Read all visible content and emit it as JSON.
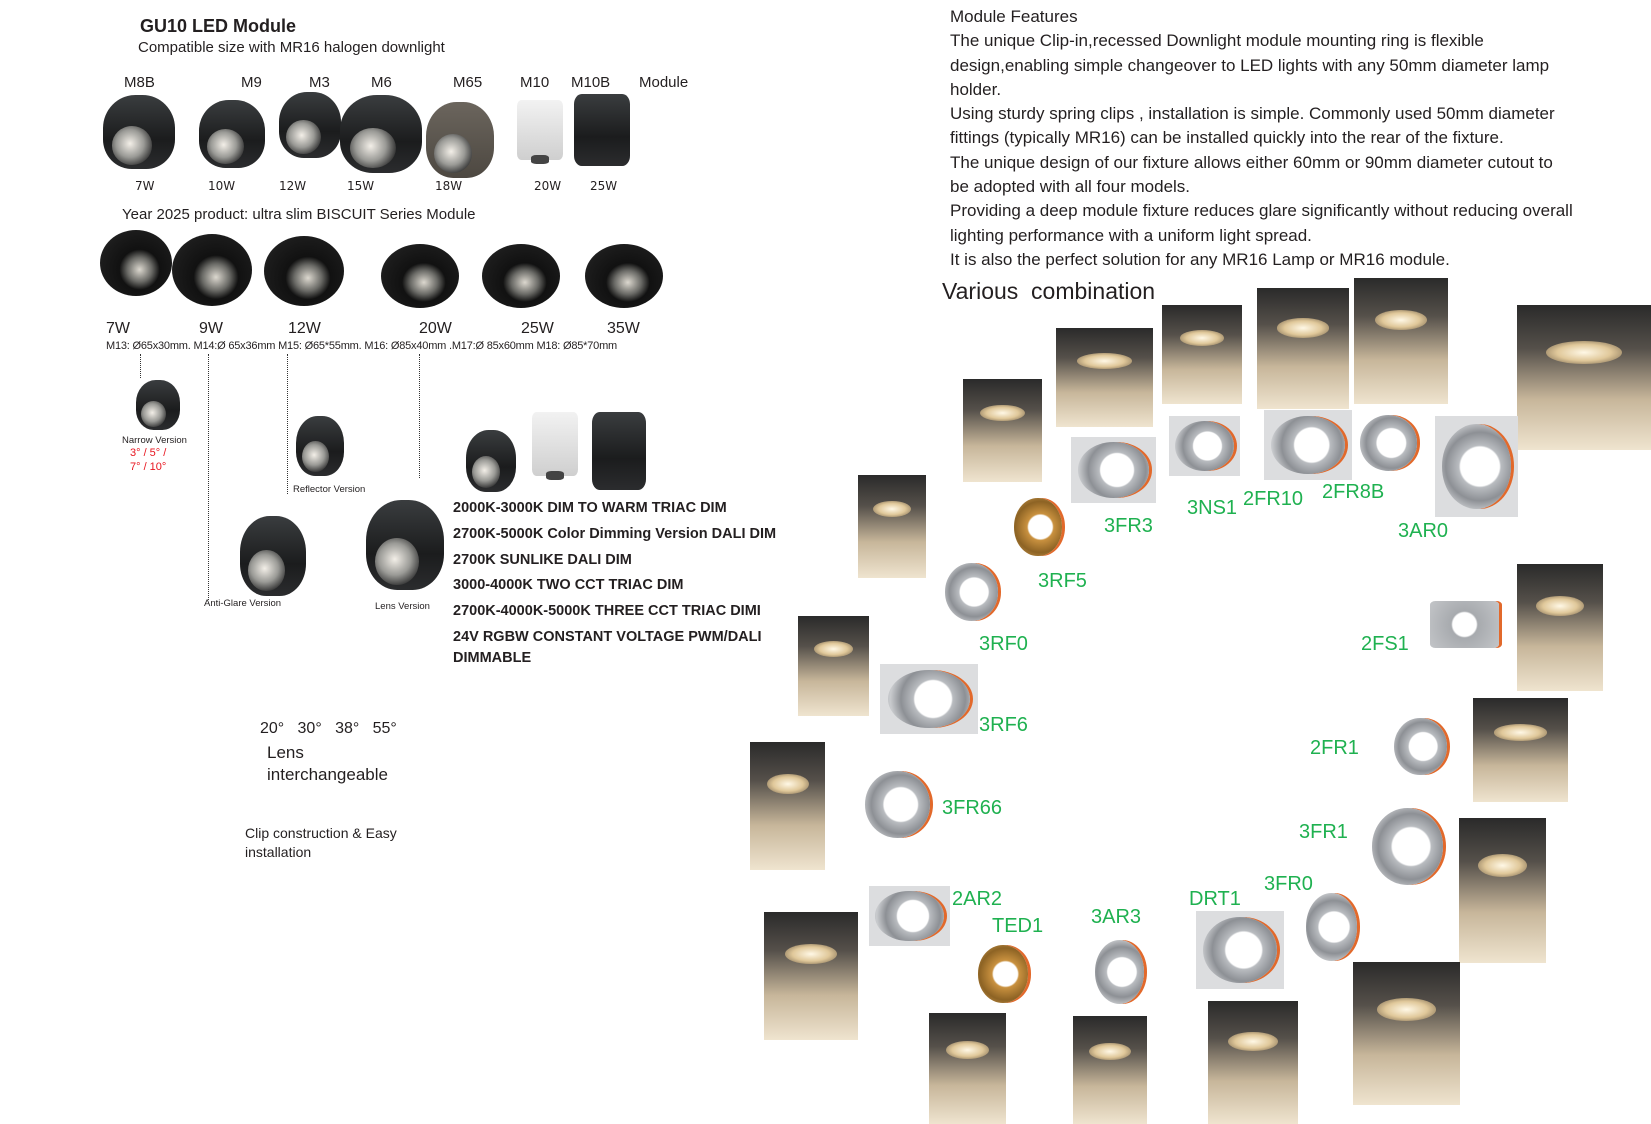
{
  "header": {
    "title": "GU10 LED Module",
    "subtitle": "Compatible size with MR16 halogen downlight"
  },
  "modules": [
    {
      "name": "M8B",
      "watt": "7W"
    },
    {
      "name": "M9",
      "watt": "10W"
    },
    {
      "name": "M3",
      "watt": "12W"
    },
    {
      "name": "M6",
      "watt": "15W"
    },
    {
      "name": "M65",
      "watt": "18W"
    },
    {
      "name": "M10",
      "watt": "20W"
    },
    {
      "name": "M10B",
      "watt": "25W"
    }
  ],
  "module_label": "Module",
  "biscuit": {
    "heading": "Year 2025 product: ultra slim BISCUIT Series Module",
    "watts": [
      "7W",
      "9W",
      "12W",
      "20W",
      "25W",
      "35W"
    ],
    "specs": "M13: Ø65x30mm. M14:Ø 65x36mm M15: Ø65*55mm. M16: Ø85x40mm .M17:Ø 85x60mm M18: Ø85*70mm"
  },
  "versions": {
    "narrow": "Narrow Version",
    "narrow_angles_1": "3° / 5° /",
    "narrow_angles_2": "7° / 10°",
    "reflector": "Reflector Version",
    "anti_glare": "Anti-Glare Version",
    "lens": "Lens Version"
  },
  "color_options": [
    "2000K-3000K DIM TO WARM TRIAC DIM",
    "2700K-5000K Color Dimming Version DALI DIM",
    "2700K SUNLIKE DALI DIM",
    "3000-4000K TWO CCT TRIAC DIM",
    "2700K-4000K-5000K THREE CCT TRIAC DIMI",
    "24V RGBW CONSTANT VOLTAGE PWM/DALI",
    "DIMMABLE"
  ],
  "lens": {
    "angles": "20°   30°   38°   55°",
    "line1": "Lens",
    "line2": "interchangeable"
  },
  "clip": {
    "line1": "Clip construction & Easy",
    "line2": "installation"
  },
  "features": {
    "lines": [
      "Module Features",
      "The unique Clip-in,recessed Downlight module mounting ring is flexible",
      "design,enabling simple changeover to LED lights with any 50mm diameter lamp",
      "holder.",
      "Using sturdy spring clips , installation is simple. Commonly used 50mm diameter",
      "fittings (typically MR16) can be installed quickly into the rear of the fixture.",
      "The unique design of our fixture allows either 60mm or 90mm diameter cutout to",
      "be adopted with all four models.",
      "Providing a deep module fixture reduces glare significantly without reducing overall",
      "lighting performance with a uniform light spread.",
      "It is also the perfect solution for any MR16 Lamp or MR16 module."
    ]
  },
  "combination": {
    "title": "Various  combination",
    "label_color": "#1fb150",
    "labels": [
      "3FR3",
      "3NS1",
      "2FR10",
      "2FR8B",
      "3AR0",
      "3RF5",
      "3RF0",
      "2FS1",
      "3RF6",
      "2FR1",
      "3FR66",
      "3FR1",
      "3FR0",
      "2AR2",
      "DRT1",
      "TED1",
      "3AR3"
    ]
  }
}
